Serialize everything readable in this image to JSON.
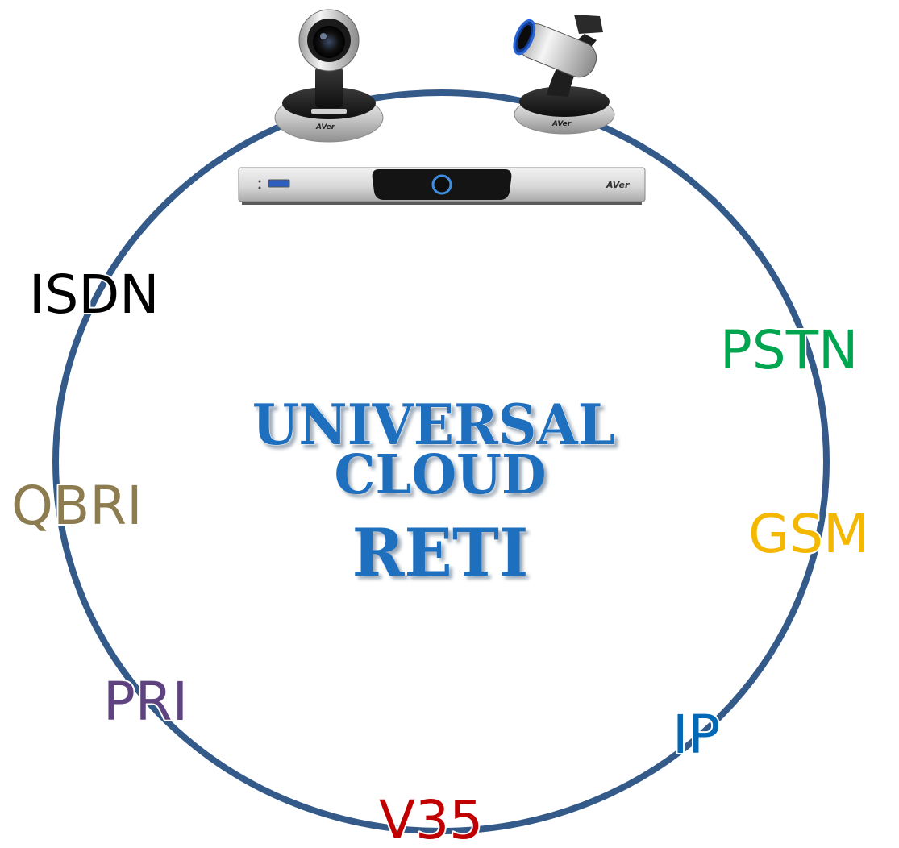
{
  "title_lines": [
    "UNIVERSAL",
    "CLOUD",
    "RETI"
  ],
  "networks": [
    {
      "label": "ISDN",
      "color": "#000000"
    },
    {
      "label": "PSTN",
      "color": "#00A550"
    },
    {
      "label": "QBRI",
      "color": "#8C7C50"
    },
    {
      "label": "GSM",
      "color": "#F5B800"
    },
    {
      "label": "PRI",
      "color": "#5E4380"
    },
    {
      "label": "IP",
      "color": "#0068B5"
    },
    {
      "label": "V35",
      "color": "#C00000"
    }
  ],
  "colors": {
    "ring": "#345A8A",
    "title": "#1F6FBF",
    "title_shadow": "#9AA7B5"
  },
  "devices": [
    {
      "name": "ptz-camera-left",
      "icon": "camera-icon"
    },
    {
      "name": "ptz-camera-right",
      "icon": "camera-icon"
    },
    {
      "name": "codec-unit",
      "icon": "codec-box-icon"
    }
  ],
  "brand_marks": [
    "AVer",
    "AVer",
    "AVer"
  ]
}
